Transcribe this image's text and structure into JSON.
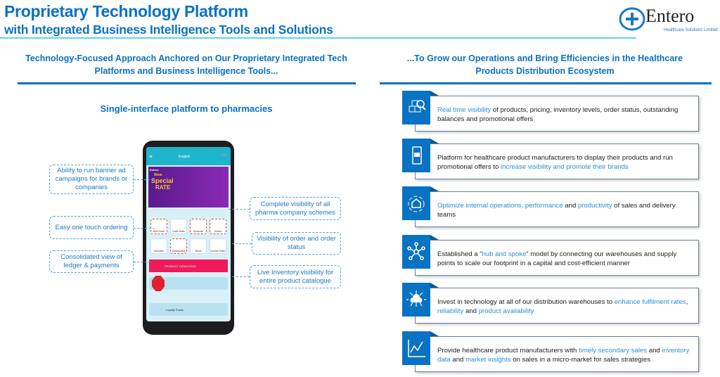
{
  "header": {
    "title": "Proprietary Technology Platform",
    "subtitle": "with Integrated Business Intelligence Tools and Solutions"
  },
  "logo": {
    "name": "Entero",
    "tagline": "Healthcare Solutions Limited"
  },
  "left": {
    "heading_l1": "Technology-Focused Approach Anchored on Our Proprietary Integrated Tech",
    "heading_l2": "Platforms and Business Intelligence Tools...",
    "subheading": "Single-interface platform to pharmacies",
    "callouts": [
      "Ability to run banner ad campaigns for brands or companies",
      "Easy one touch ordering",
      "Consolidated view of ledger & payments",
      "Complete visibility of all pharma company schemes",
      "Visibility of order and order status",
      "Live Inventory visibility for entire product catalogue"
    ],
    "phone": {
      "language": "English",
      "banner_brand": "Entero",
      "banner_l1": "Wow",
      "banner_l2": "Special",
      "banner_l3": "RATE",
      "tiles": [
        "New Order",
        "Draft Order",
        "Schemes",
        "Orders",
        "Stockists",
        "Outstanding",
        "News",
        "Invoice Order"
      ],
      "catalogue": "PRODUCT CATALOGUE",
      "loyalty": "Loyalty Points"
    }
  },
  "right": {
    "heading_l1": "...To Grow our Operations and Bring Efficiencies in the Healthcare",
    "heading_l2": "Products Distribution Ecosystem",
    "cards": [
      {
        "icon": "inventory-search-icon",
        "parts": [
          {
            "t": "Real time visibility",
            "h": true
          },
          {
            "t": " of products, pricing, inventory levels, order status, outstanding balances and promotional offers",
            "h": false
          }
        ]
      },
      {
        "icon": "mobile-cart-icon",
        "parts": [
          {
            "t": "Platform for healthcare product manufacturers to display their products and run promotional offers to ",
            "h": false
          },
          {
            "t": "increase visibility and promote their brands",
            "h": true
          }
        ]
      },
      {
        "icon": "operations-cycle-icon",
        "parts": [
          {
            "t": "Optimize internal operations, performance",
            "h": true
          },
          {
            "t": " and ",
            "h": false
          },
          {
            "t": "productivity",
            "h": true
          },
          {
            "t": " of sales and delivery teams",
            "h": false
          }
        ]
      },
      {
        "icon": "hub-spoke-icon",
        "parts": [
          {
            "t": "Established a “",
            "h": false
          },
          {
            "t": "hub and spoke",
            "h": true
          },
          {
            "t": "” model by connecting our warehouses and supply points to scale our footprint in a capital and cost-efficient manner",
            "h": false
          }
        ]
      },
      {
        "icon": "cloud-network-icon",
        "parts": [
          {
            "t": "Invest in technology at all of our distribution warehouses to ",
            "h": false
          },
          {
            "t": "enhance fulfilment rates",
            "h": true
          },
          {
            "t": ", ",
            "h": false
          },
          {
            "t": "reliability",
            "h": true
          },
          {
            "t": " and ",
            "h": false
          },
          {
            "t": "product availability",
            "h": true
          }
        ]
      },
      {
        "icon": "line-chart-icon",
        "parts": [
          {
            "t": "Provide healthcare product manufacturers with ",
            "h": false
          },
          {
            "t": "timely secondary sales",
            "h": true
          },
          {
            "t": " and ",
            "h": false
          },
          {
            "t": "inventory data",
            "h": true
          },
          {
            "t": " and ",
            "h": false
          },
          {
            "t": "market insights",
            "h": true
          },
          {
            "t": " on sales in a micro-market for sales strategies",
            "h": false
          }
        ]
      }
    ]
  },
  "colors": {
    "primary": "#0a72c2",
    "highlight": "#2a8fd8"
  }
}
